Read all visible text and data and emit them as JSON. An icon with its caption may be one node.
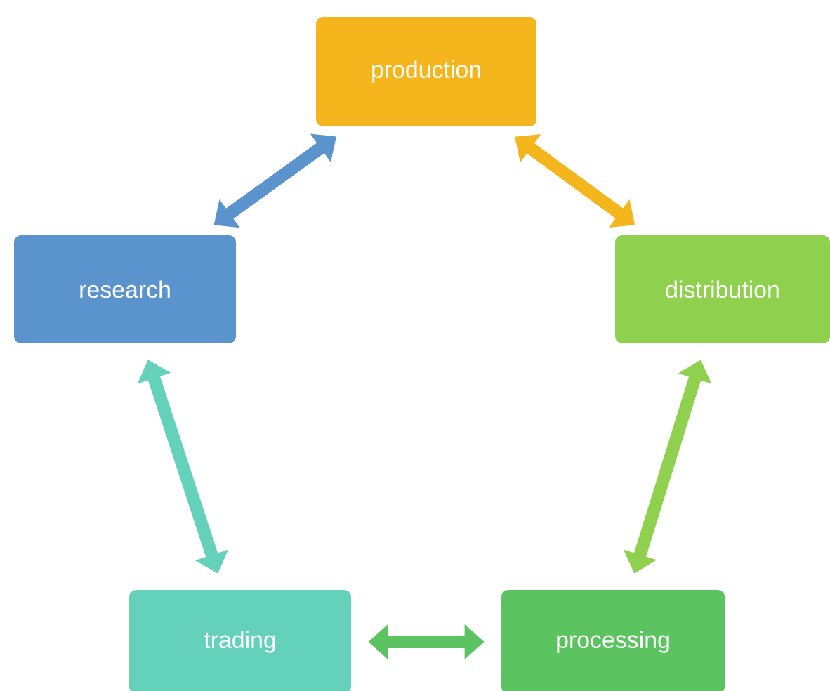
{
  "diagram": {
    "nodes": [
      {
        "text": [
          "production"
        ]
      },
      {
        "text": [
          "research"
        ]
      },
      {
        "text": [
          "distribution"
        ]
      },
      {
        "text": [
          "trading"
        ]
      },
      {
        "text": [
          "processing"
        ]
      }
    ],
    "edges": [
      {
        "from": 1,
        "to": 0,
        "arrow": "both",
        "color": "#5b93cc"
      },
      {
        "from": 0,
        "to": 2,
        "arrow": "both",
        "color": "#f5b51c"
      },
      {
        "from": 2,
        "to": 4,
        "arrow": "both",
        "color": "#8fd14f"
      },
      {
        "from": 3,
        "to": 4,
        "arrow": "both",
        "color": "#5bc460"
      },
      {
        "from": 1,
        "to": 3,
        "arrow": "both",
        "color": "#64d2bb"
      }
    ]
  }
}
